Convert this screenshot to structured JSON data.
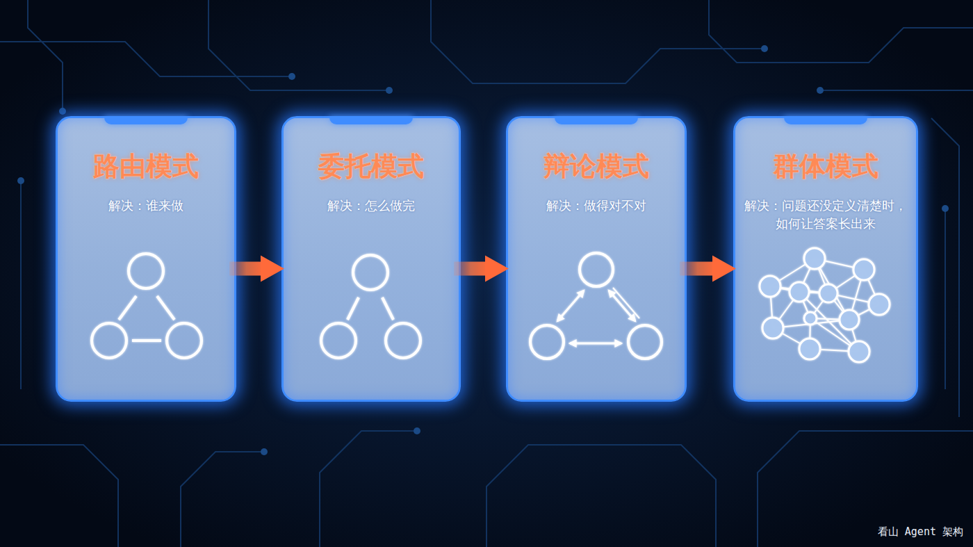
{
  "diagram": {
    "nodes": [
      {
        "text": [
          "路由模式",
          "解决：谁来做"
        ]
      },
      {
        "text": [
          "委托模式",
          "解决：怎么做完"
        ]
      },
      {
        "text": [
          "辩论模式",
          "解决：做得对不对"
        ]
      },
      {
        "text": [
          "群体模式",
          "解决：问题还没定义清楚时，如何让答案长出来"
        ]
      }
    ],
    "edges": [
      {
        "from": 0,
        "to": 1,
        "arrow": "to"
      },
      {
        "from": 1,
        "to": 2,
        "arrow": "to"
      },
      {
        "from": 2,
        "to": 3,
        "arrow": "to"
      }
    ],
    "labels": [
      "看山 Agent 架构"
    ]
  }
}
